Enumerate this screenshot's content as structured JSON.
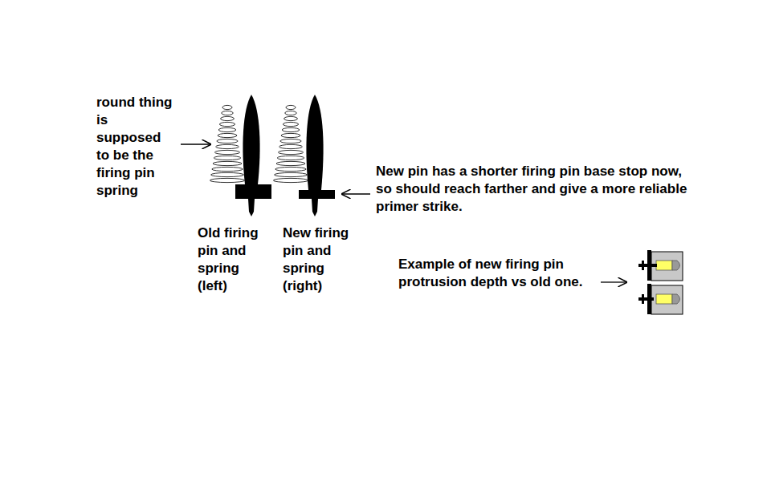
{
  "diagram": {
    "labels": [
      "round thing is supposed to be the firing pin spring",
      "Old firing pin and spring (left)",
      "New firing pin and spring (right)",
      "New pin has a shorter firing pin base stop now, so should reach farther and give a more reliable primer strike.",
      "Example of new firing pin protrusion depth vs old one."
    ]
  }
}
